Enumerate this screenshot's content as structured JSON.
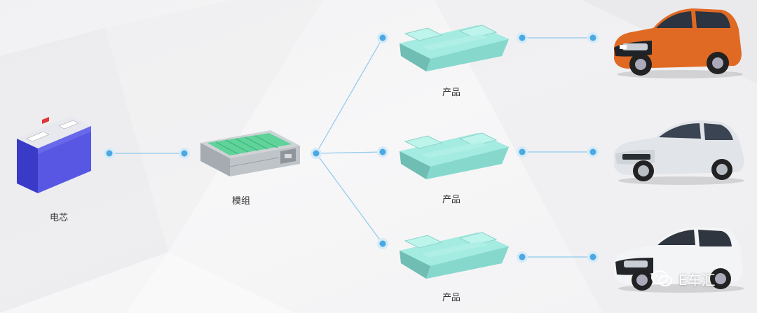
{
  "labels": {
    "cell": "电芯",
    "module": "模组",
    "product_1": "产品",
    "product_2": "产品",
    "product_3": "产品"
  },
  "watermark": {
    "icon": "wechat-icon",
    "text": "E车汇"
  },
  "colors": {
    "connector_line": "#8ec9ec",
    "connector_node": "#4aa8e3",
    "cell_body": "#4a4ad8",
    "module_cells": "#5fd39a",
    "pack_body": "#8fe0d5"
  },
  "icons": [
    "battery-cell-icon",
    "battery-module-icon",
    "battery-pack-icon",
    "car-icon"
  ]
}
